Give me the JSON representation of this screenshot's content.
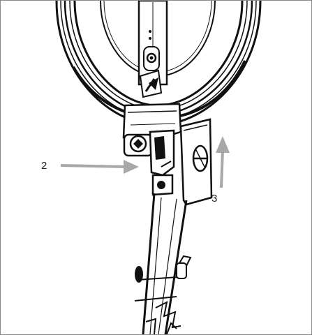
{
  "figure": {
    "subject": "metal-detector-coil-assembly",
    "colors": {
      "line": "#111111",
      "arrow": "#a8a8a8",
      "background": "#ffffff"
    },
    "callouts": [
      {
        "label": "2",
        "arrow_direction": "right"
      },
      {
        "label": "3",
        "arrow_direction": "up"
      }
    ]
  }
}
